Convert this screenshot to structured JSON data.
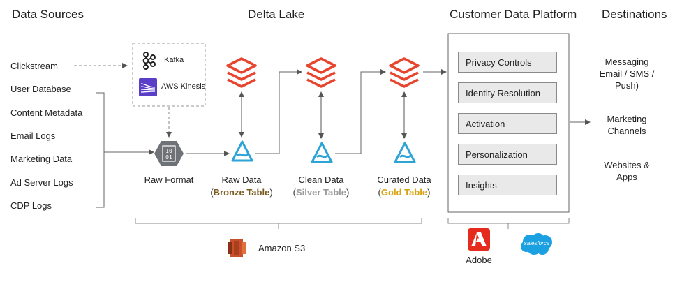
{
  "headers": {
    "data_sources": "Data Sources",
    "delta_lake": "Delta Lake",
    "cdp": "Customer Data Platform",
    "destinations": "Destinations"
  },
  "sources": [
    "Clickstream",
    "User Database",
    "Content Metadata",
    "Email Logs",
    "Marketing Data",
    "Ad Server Logs",
    "CDP Logs"
  ],
  "streaming": {
    "kafka": "Kafka",
    "kinesis": "AWS Kinesis"
  },
  "raw_format": {
    "label": "Raw Format",
    "icon_text": "10\n01"
  },
  "tables": {
    "raw": {
      "label": "Raw Data",
      "open": "(",
      "tier": "Bronze Table",
      "close": ")",
      "tier_color": "#7a5a1e"
    },
    "clean": {
      "label": "Clean Data",
      "open": "(",
      "tier": "Silver Table",
      "close": ")",
      "tier_color": "#9a9a9a"
    },
    "curated": {
      "label": "Curated Data",
      "open": "(",
      "tier": "Gold Table",
      "close": ")",
      "tier_color": "#d9a413"
    }
  },
  "cdp_items": [
    "Privacy Controls",
    "Identity Resolution",
    "Activation",
    "Personalization",
    "Insights"
  ],
  "destinations": [
    "Messaging\nEmail / SMS /\nPush)",
    "Marketing\nChannels",
    "Websites &\nApps"
  ],
  "storage": {
    "label": "Amazon S3"
  },
  "vendors": {
    "adobe": "Adobe",
    "salesforce": "salesforce"
  },
  "colors": {
    "databricks": "#e8452f",
    "delta": "#2ea3d6",
    "s3": "#c7512a",
    "adobe": "#e52b1e",
    "salesforce": "#1ba0e2",
    "kinesis": "#6b46c1"
  }
}
